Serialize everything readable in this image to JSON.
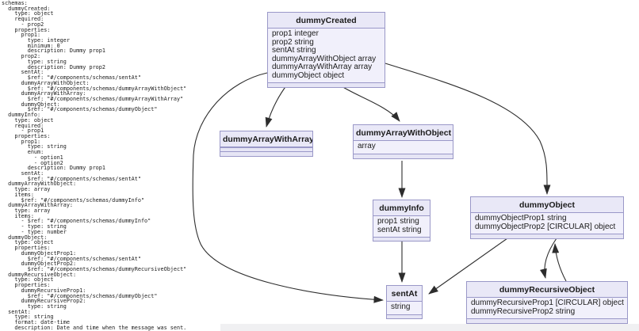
{
  "yaml_source": {
    "lines": [
      "schemas:",
      "  dummyCreated:",
      "    type: object",
      "    required:",
      "      - prop2",
      "    properties:",
      "      prop1:",
      "        type: integer",
      "        minimum: 0",
      "        description: Dummy prop1",
      "      prop2:",
      "        type: string",
      "        description: Dummy prop2",
      "      sentAt:",
      "        $ref: \"#/components/schemas/sentAt\"",
      "      dummyArrayWithObject:",
      "        $ref: \"#/components/schemas/dummyArrayWithObject\"",
      "      dummyArrayWithArray:",
      "        $ref: \"#/components/schemas/dummyArrayWithArray\"",
      "      dummyObject:",
      "        $ref: \"#/components/schemas/dummyObject\"",
      "  dummyInfo:",
      "    type: object",
      "    required:",
      "      - prop1",
      "    properties:",
      "      prop1:",
      "        type: string",
      "        enum:",
      "          - option1",
      "          - option2",
      "        description: Dummy prop1",
      "      sentAt:",
      "        $ref: \"#/components/schemas/sentAt\"",
      "  dummyArrayWithObject:",
      "    type: array",
      "    items:",
      "      $ref: \"#/components/schemas/dummyInfo\"",
      "  dummyArrayWithArray:",
      "    type: array",
      "    items:",
      "      - $ref: \"#/components/schemas/dummyInfo\"",
      "      - type: string",
      "      - type: number",
      "  dummyObject:",
      "    type: object",
      "    properties:",
      "      dummyObjectProp1:",
      "        $ref: \"#/components/schemas/sentAt\"",
      "      dummyObjectProp2:",
      "        $ref: \"#/components/schemas/dummyRecursiveObject\"",
      "  dummyRecursiveObject:",
      "    type: object",
      "    properties:",
      "      dummyRecursiveProp1:",
      "        $ref: \"#/components/schemas/dummyObject\"",
      "      dummyRecursiveProp2:",
      "        type: string",
      "  sentAt:",
      "    type: string",
      "    format: date-time",
      "    description: Date and time when the message was sent."
    ]
  },
  "diagram": {
    "nodes": {
      "dummyCreated": {
        "title": "dummyCreated",
        "attrs": [
          "prop1 integer",
          "prop2 string",
          "sentAt string",
          "dummyArrayWithObject array",
          "dummyArrayWithArray array",
          "dummyObject object"
        ]
      },
      "dummyArrayWithArray": {
        "title": "dummyArrayWithArray",
        "attrs": []
      },
      "dummyArrayWithObject": {
        "title": "dummyArrayWithObject",
        "attrs": [
          "array"
        ]
      },
      "dummyInfo": {
        "title": "dummyInfo",
        "attrs": [
          "prop1 string",
          "sentAt string"
        ]
      },
      "dummyObject": {
        "title": "dummyObject",
        "attrs": [
          "dummyObjectProp1 string",
          "dummyObjectProp2 [CIRCULAR] object"
        ]
      },
      "dummyRecursiveObject": {
        "title": "dummyRecursiveObject",
        "attrs": [
          "dummyRecursiveProp1 [CIRCULAR] object",
          "dummyRecursiveProp2 string"
        ]
      },
      "sentAt": {
        "title": "sentAt",
        "attrs": [
          "string"
        ]
      }
    },
    "colors": {
      "node_fill": "#f1f0fb",
      "node_title_fill": "#e9e8f7",
      "node_strip_fill": "#e6e5f5",
      "node_border": "#9a98c8",
      "edge_color": "#2d2d2d",
      "text_color": "#1b1b1b",
      "page_background": "#ffffff",
      "footer_strip": "#f0f0f2"
    }
  }
}
